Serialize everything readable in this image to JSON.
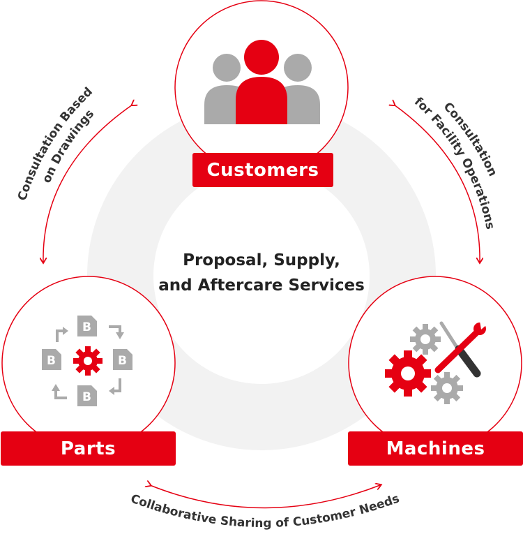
{
  "center": {
    "line1": "Proposal, Supply,",
    "line2": "and Aftercare Services"
  },
  "nodes": {
    "customers": {
      "label": "Customers",
      "icon": "people-icon"
    },
    "parts": {
      "label": "Parts",
      "icon": "document-cycle-gear-icon"
    },
    "machines": {
      "label": "Machines",
      "icon": "gears-tools-icon"
    }
  },
  "arcs": {
    "left": {
      "line1": "Consultation Based",
      "line2": "on Drawings"
    },
    "right": {
      "line1": "Consultation",
      "line2": "for Facility Operations"
    },
    "bottom": {
      "text": "Collaborative Sharing of Customer Needs"
    }
  },
  "colors": {
    "accent": "#e50012",
    "icon_gray": "#aaaaaa",
    "ring_gray": "#f2f2f2",
    "text": "#333333"
  }
}
